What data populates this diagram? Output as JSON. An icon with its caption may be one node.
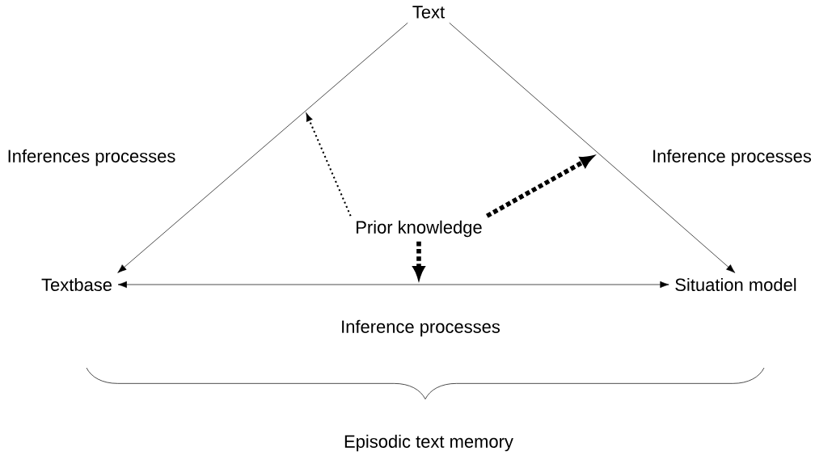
{
  "diagram": {
    "nodes": [
      {
        "text": [
          "Text"
        ]
      },
      {
        "text": [
          "Prior knowledge"
        ]
      },
      {
        "text": [
          "Textbase"
        ]
      },
      {
        "text": [
          "Situation model"
        ]
      }
    ],
    "edges": [
      {
        "from": 0,
        "to": 2,
        "arrow": "to",
        "label": "Inferences processes"
      },
      {
        "from": 0,
        "to": 3,
        "arrow": "to",
        "label": "Inference processes"
      },
      {
        "from": 2,
        "to": 3,
        "arrow": "both",
        "label": "Inference processes"
      },
      {
        "from": 1,
        "to": null,
        "arrow": "to",
        "style": "dashed"
      },
      {
        "from": 1,
        "to": null,
        "arrow": "to",
        "style": "dashed"
      },
      {
        "from": 1,
        "to": null,
        "arrow": "to",
        "style": "dashed"
      }
    ],
    "labels": [
      "Episodic text memory"
    ]
  }
}
